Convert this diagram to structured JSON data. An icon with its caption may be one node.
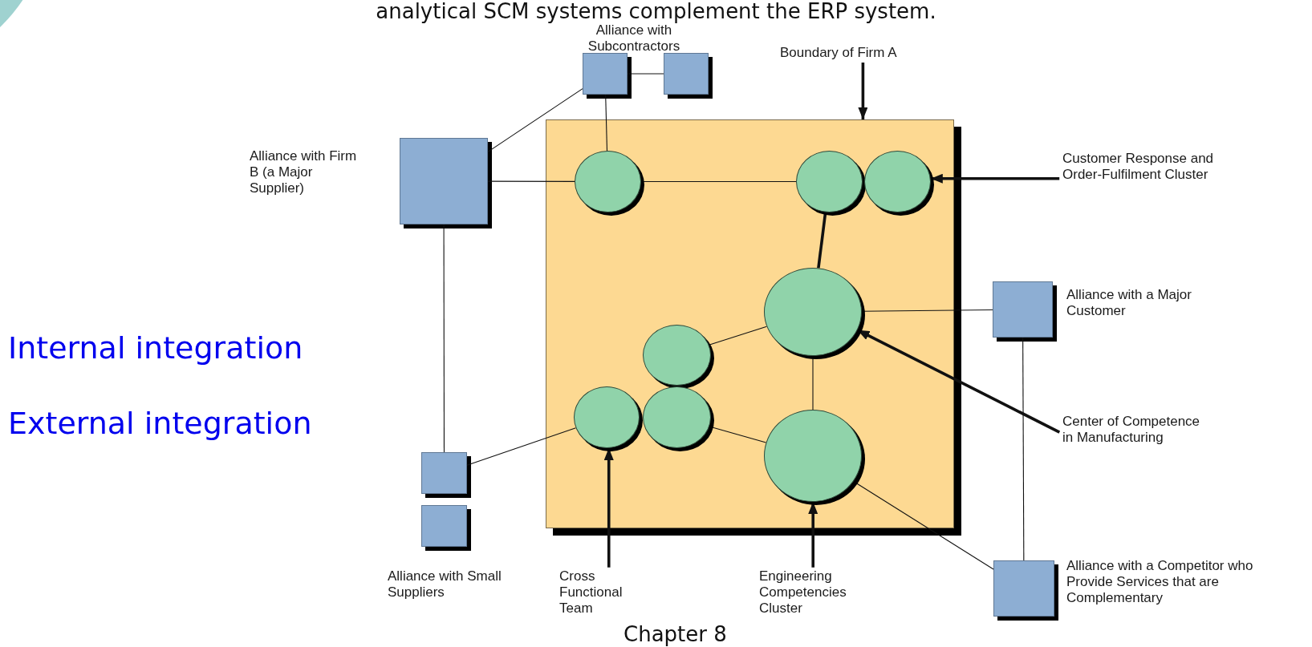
{
  "diagram": {
    "title": "analytical SCM systems complement the ERP system.",
    "nodes": [
      {
        "text": [],
        "shape": "box",
        "beside": [
          "Alliance with Subcontractors"
        ]
      },
      {
        "text": [],
        "shape": "box"
      },
      {
        "text": [
          "Boundary of Firm A"
        ]
      },
      {
        "text": [],
        "shape": "box"
      },
      {
        "text": [],
        "shape": "box",
        "beside": [
          "Alliance with Firm B (a Major Supplier)"
        ]
      },
      {
        "text": [],
        "shape": "circle",
        "in": 3
      },
      {
        "text": [],
        "shape": "circle",
        "in": 3
      },
      {
        "text": [],
        "shape": "circle",
        "in": 3
      },
      {
        "text": [
          "Customer Response and Order-Fulfilment Cluster"
        ]
      },
      {
        "text": [],
        "shape": "circle",
        "in": 3
      },
      {
        "text": [],
        "shape": "box",
        "beside": [
          "Alliance with a Major Customer"
        ]
      },
      {
        "text": [],
        "shape": "circle",
        "in": 3
      },
      {
        "text": [],
        "shape": "circle",
        "in": 3
      },
      {
        "text": [],
        "shape": "circle",
        "in": 3
      },
      {
        "text": [
          "Center of Competence in Manufacturing"
        ]
      },
      {
        "text": [],
        "shape": "circle",
        "in": 3
      },
      {
        "text": [],
        "shape": "box"
      },
      {
        "text": [],
        "shape": "box",
        "beside": [
          "Alliance with Small Suppliers"
        ]
      },
      {
        "text": [],
        "shape": "box",
        "beside": [
          "Alliance with a Competitor who Provide Services that are Complementary"
        ]
      },
      {
        "text": [
          "Cross Functional Team"
        ]
      },
      {
        "text": [
          "Engineering Competencies Cluster"
        ]
      }
    ],
    "edges": [
      {
        "from": 4,
        "to": 0,
        "arrow": "none"
      },
      {
        "from": 0,
        "to": 1,
        "arrow": "none"
      },
      {
        "from": 0,
        "to": 5,
        "arrow": "none"
      },
      {
        "from": 4,
        "to": 5,
        "arrow": "none"
      },
      {
        "from": 5,
        "to": 6,
        "arrow": "none"
      },
      {
        "from": 6,
        "to": 9,
        "arrow": "none",
        "style": "thick"
      },
      {
        "from": 9,
        "to": 10,
        "arrow": "none"
      },
      {
        "from": 10,
        "to": 18,
        "arrow": "none"
      },
      {
        "from": 9,
        "to": 11,
        "arrow": "none"
      },
      {
        "from": 9,
        "to": 15,
        "arrow": "none"
      },
      {
        "from": 13,
        "to": 15,
        "arrow": "none"
      },
      {
        "from": 12,
        "to": 16,
        "arrow": "none"
      },
      {
        "from": 4,
        "to": 16,
        "arrow": "none"
      },
      {
        "from": 15,
        "to": 18,
        "arrow": "none"
      },
      {
        "from": 2,
        "to": 3,
        "arrow": "to",
        "style": "thick"
      },
      {
        "from": 8,
        "to": 7,
        "arrow": "to",
        "style": "thick"
      },
      {
        "from": 14,
        "to": 9,
        "arrow": "to",
        "style": "thick"
      },
      {
        "from": 19,
        "to": 12,
        "arrow": "to",
        "style": "thick"
      },
      {
        "from": 20,
        "to": 15,
        "arrow": "to",
        "style": "thick"
      }
    ],
    "labels": [
      "Internal integration",
      "External integration",
      "Chapter 8"
    ]
  }
}
